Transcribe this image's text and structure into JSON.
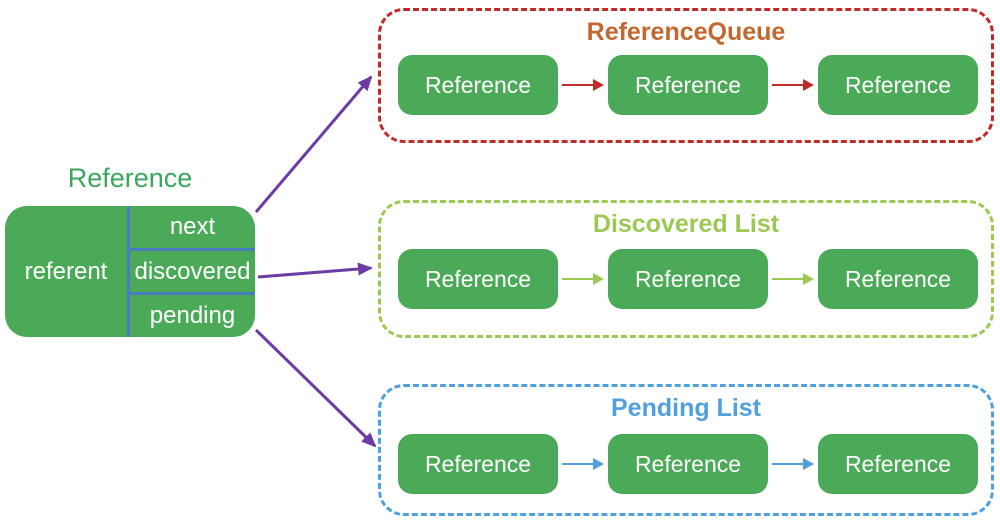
{
  "colors": {
    "node-green": "#4BAA57",
    "divider-blue": "#4A7CC0",
    "struct-title-green": "#3BA75C",
    "queue-border-red": "#C02B27",
    "queue-title-orange": "#C2672D",
    "discovered-green": "#9CC854",
    "pending-blue": "#4FA0DC",
    "link-purple": "#6B3CA3",
    "node-text-white": "#FFFFFF",
    "background": "#FFFFFF"
  },
  "reference_struct": {
    "title": "Reference",
    "referent_field": "referent",
    "fields": [
      "next",
      "discovered",
      "pending"
    ]
  },
  "containers": [
    {
      "title": "ReferenceQueue",
      "nodes": [
        "Reference",
        "Reference",
        "Reference"
      ]
    },
    {
      "title": "Discovered List",
      "nodes": [
        "Reference",
        "Reference",
        "Reference"
      ]
    },
    {
      "title": "Pending List",
      "nodes": [
        "Reference",
        "Reference",
        "Reference"
      ]
    }
  ]
}
